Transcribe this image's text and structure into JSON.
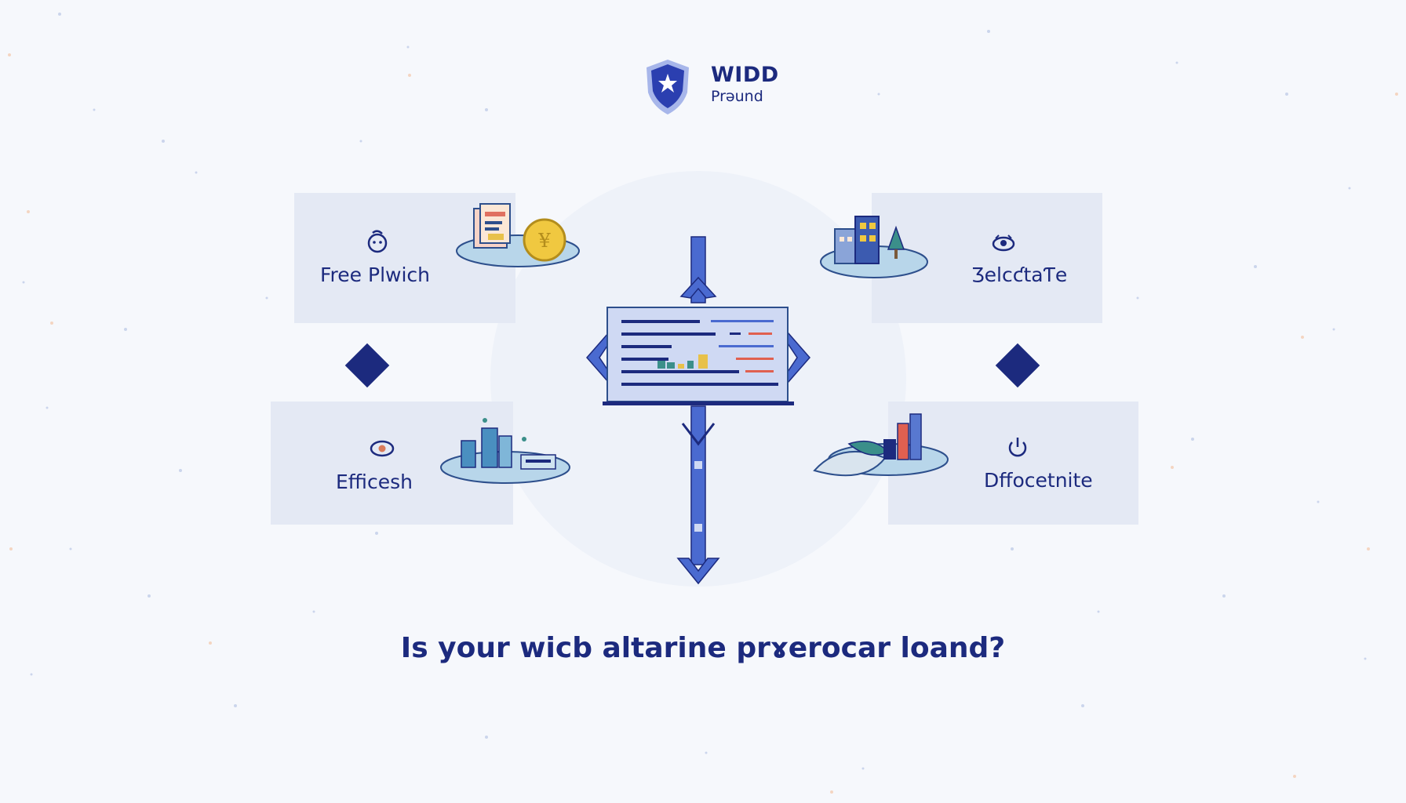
{
  "brand": {
    "name": "WIDD",
    "tagline": "Prəund",
    "logo_icon": "shield-star-icon"
  },
  "cards": {
    "top_left": {
      "label": "Free Plwich",
      "icon": "face-icon",
      "illustration": "document-coin-illustration"
    },
    "top_right": {
      "label": "ƷelcƈtaƬe",
      "icon": "cloud-eye-icon",
      "illustration": "buildings-illustration"
    },
    "bottom_left": {
      "label": "Efficesh",
      "icon": "eye-icon",
      "illustration": "city-blueprint-illustration"
    },
    "bottom_right": {
      "label": "Dffocetnite",
      "icon": "power-icon",
      "illustration": "harbor-books-illustration"
    }
  },
  "question": "Is your wicb altarine prɤerocar loand?",
  "colors": {
    "primary": "#1c2a7e",
    "accent_blue": "#4a6ad0",
    "card_bg": "#e4e9f4",
    "background": "#f6f8fc"
  }
}
